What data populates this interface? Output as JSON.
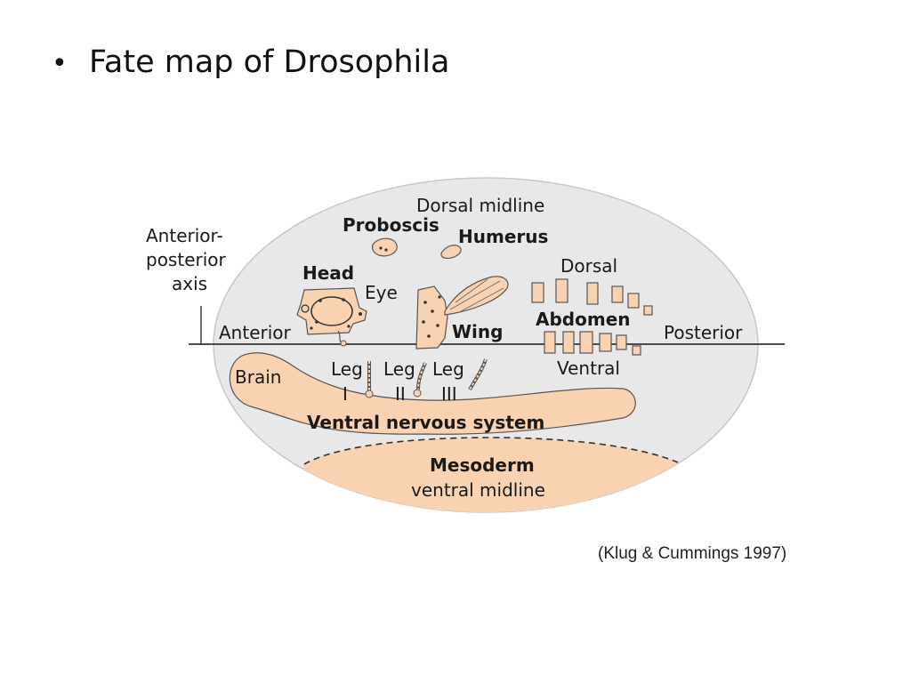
{
  "slide": {
    "bullet": "•",
    "title": "Fate map of Drosophila",
    "citation": "(Klug & Cummings 1997)"
  },
  "diagram": {
    "axis_label": [
      "Anterior-",
      "posterior",
      "axis"
    ],
    "dorsal_midline": "Dorsal midline",
    "proboscis": "Proboscis",
    "humerus": "Humerus",
    "head": "Head",
    "eye": "Eye",
    "dorsal": "Dorsal",
    "abdomen": "Abdomen",
    "anterior": "Anterior",
    "wing": "Wing",
    "posterior": "Posterior",
    "brain": "Brain",
    "leg1": [
      "Leg",
      "I"
    ],
    "leg2": [
      "Leg",
      "II"
    ],
    "leg3": [
      "Leg",
      "III"
    ],
    "ventral": "Ventral",
    "ventral_nervous_system": "Ventral nervous system",
    "mesoderm": "Mesoderm",
    "ventral_midline": "ventral midline",
    "colors": {
      "embryo": "#e8e8e8",
      "tissue": "#f9d2b2",
      "outline": "#555555",
      "axis": "#333333"
    }
  }
}
